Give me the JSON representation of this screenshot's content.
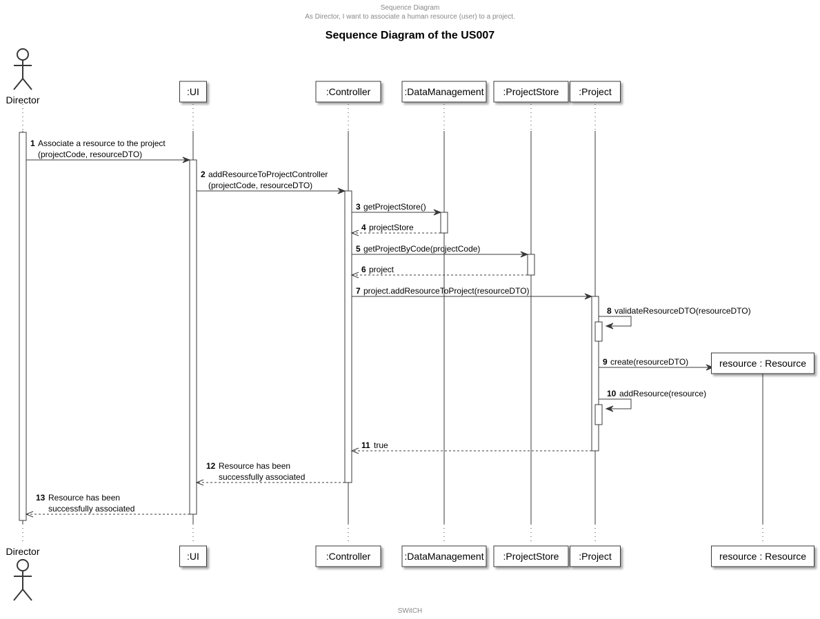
{
  "header": {
    "line1": "Sequence Diagram",
    "line2": "As Director, I want to associate a human resource (user) to a project."
  },
  "title": "Sequence Diagram of the US007",
  "footer": "SWitCH",
  "participants": [
    {
      "id": "director",
      "label": "Director",
      "kind": "actor"
    },
    {
      "id": "ui",
      "label": ":UI",
      "kind": "box"
    },
    {
      "id": "controller",
      "label": ":Controller",
      "kind": "box"
    },
    {
      "id": "datamanagement",
      "label": ":DataManagement",
      "kind": "box"
    },
    {
      "id": "projectstore",
      "label": ":ProjectStore",
      "kind": "box"
    },
    {
      "id": "project",
      "label": ":Project",
      "kind": "box"
    },
    {
      "id": "resource",
      "label": "resource : Resource",
      "kind": "box",
      "created": true
    }
  ],
  "messages": [
    {
      "num": "1",
      "from": "director",
      "to": "ui",
      "type": "sync",
      "lines": [
        "Associate a resource to the project",
        "(projectCode, resourceDTO)"
      ]
    },
    {
      "num": "2",
      "from": "ui",
      "to": "controller",
      "type": "sync",
      "lines": [
        "addResourceToProjectController",
        "(projectCode, resourceDTO)"
      ]
    },
    {
      "num": "3",
      "from": "controller",
      "to": "datamanagement",
      "type": "sync",
      "lines": [
        "getProjectStore()"
      ]
    },
    {
      "num": "4",
      "from": "datamanagement",
      "to": "controller",
      "type": "return",
      "lines": [
        "projectStore"
      ]
    },
    {
      "num": "5",
      "from": "controller",
      "to": "projectstore",
      "type": "sync",
      "lines": [
        "getProjectByCode(projectCode)"
      ]
    },
    {
      "num": "6",
      "from": "projectstore",
      "to": "controller",
      "type": "return",
      "lines": [
        "project"
      ]
    },
    {
      "num": "7",
      "from": "controller",
      "to": "project",
      "type": "sync",
      "lines": [
        "project.addResourceToProject(resourceDTO)"
      ]
    },
    {
      "num": "8",
      "from": "project",
      "to": "project",
      "type": "self",
      "lines": [
        "validateResourceDTO(resourceDTO)"
      ]
    },
    {
      "num": "9",
      "from": "project",
      "to": "resource",
      "type": "create",
      "lines": [
        "create(resourceDTO)"
      ]
    },
    {
      "num": "10",
      "from": "project",
      "to": "project",
      "type": "self",
      "lines": [
        "addResource(resource)"
      ]
    },
    {
      "num": "11",
      "from": "project",
      "to": "controller",
      "type": "return",
      "lines": [
        "true"
      ]
    },
    {
      "num": "12",
      "from": "controller",
      "to": "ui",
      "type": "return",
      "lines": [
        "Resource has been",
        "successfully associated"
      ]
    },
    {
      "num": "13",
      "from": "ui",
      "to": "director",
      "type": "return",
      "lines": [
        "Resource has been",
        "successfully associated"
      ]
    }
  ],
  "colors": {
    "line": "#383838",
    "box_fill": "#fefefe",
    "activation_fill": "#ffffff",
    "header_text": "#888888"
  }
}
